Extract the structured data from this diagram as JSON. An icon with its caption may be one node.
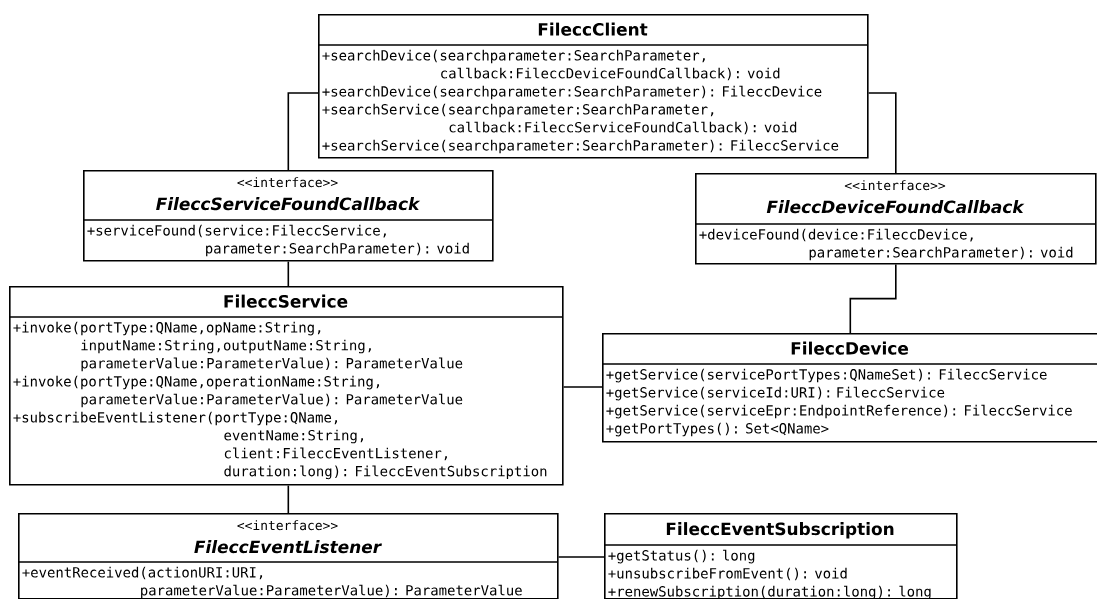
{
  "diagram": {
    "nodes": [
      {
        "text": [
          "FileccClient",
          "+searchDevice(searchparameter:SearchParameter, callback:FileccDeviceFoundCallback): void",
          "+searchDevice(searchparameter:SearchParameter): FileccDevice",
          "+searchService(searchparameter:SearchParameter, callback:FileccServiceFoundCallback): void",
          "+searchService(searchparameter:SearchParameter): FileccService"
        ]
      },
      {
        "text": [
          "<<interface>>",
          "FileccServiceFoundCallback",
          "+serviceFound(service:FileccService, parameter:SearchParameter): void"
        ]
      },
      {
        "text": [
          "<<interface>>",
          "FileccDeviceFoundCallback",
          "+deviceFound(device:FileccDevice, parameter:SearchParameter): void"
        ]
      },
      {
        "text": [
          "FileccService",
          "+invoke(portType:QName,opName:String, inputName:String,outputName:String, parameterValue:ParameterValue): ParameterValue",
          "+invoke(portType:QName,operationName:String, parameterValue:ParameterValue): ParameterValue",
          "+subscribeEventListener(portType:QName, eventName:String, client:FileccEventListener, duration:long): FileccEventSubscription"
        ]
      },
      {
        "text": [
          "FileccDevice",
          "+getService(servicePortTypes:QNameSet): FileccService",
          "+getService(serviceId:URI): FileccService",
          "+getService(serviceEpr:EndpointReference): FileccService",
          "+getPortTypes(): Set<QName>"
        ]
      },
      {
        "text": [
          "<<interface>>",
          "FileccEventListener",
          "+eventReceived(actionURI:URI, parameterValue:ParameterValue): ParameterValue"
        ]
      },
      {
        "text": [
          "FileccEventSubscription",
          "+getStatus(): long",
          "+unsubscribeFromEvent(): void",
          "+renewSubscription(duration:long): long"
        ]
      }
    ],
    "edges": [
      {
        "from": 0,
        "to": 1,
        "arrow": "none"
      },
      {
        "from": 0,
        "to": 2,
        "arrow": "none"
      },
      {
        "from": 1,
        "to": 3,
        "arrow": "none"
      },
      {
        "from": 2,
        "to": 4,
        "arrow": "none"
      },
      {
        "from": 4,
        "to": 3,
        "arrow": "none"
      },
      {
        "from": 3,
        "to": 5,
        "arrow": "none"
      },
      {
        "from": 5,
        "to": 6,
        "arrow": "none"
      }
    ]
  }
}
